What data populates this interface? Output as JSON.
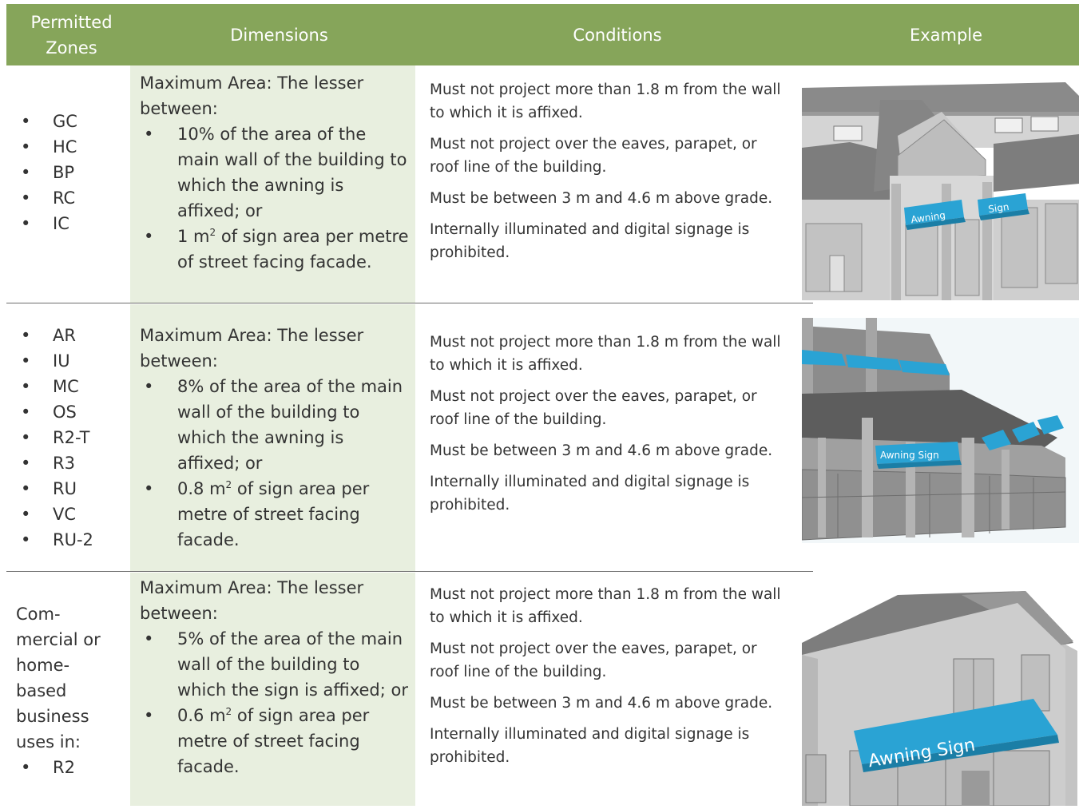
{
  "headers": {
    "zones": "Permitted Zones",
    "dimensions": "Dimensions",
    "conditions": "Conditions",
    "example": "Example"
  },
  "rows": [
    {
      "zones_intro": "",
      "zones": [
        "GC",
        "HC",
        "BP",
        "RC",
        "IC"
      ],
      "dim_intro": "Maximum Area: The lesser between:",
      "dim_item1": "10% of the area of the main wall of the building to which the awning is affixed; or",
      "dim_item2_value": "1 m",
      "dim_item2_rest": " of sign area per metre of street facing facade.",
      "conditions": [
        "Must not project more than 1.8 m from the wall to which it is affixed.",
        "Must not project over the eaves, parapet, or roof line of the building.",
        "Must be between 3 m and 4.6 m above grade.",
        "Internally illuminated and digital signage is prohibited."
      ],
      "example_signs": [
        "Awning",
        "Sign"
      ]
    },
    {
      "zones_intro": "",
      "zones": [
        "AR",
        "IU",
        "MC",
        "OS",
        "R2-T",
        "R3",
        "RU",
        "VC",
        "RU-2"
      ],
      "dim_intro": "Maximum Area: The lesser between:",
      "dim_item1": "8% of the area of the main wall of the building to which the awning is affixed; or",
      "dim_item2_value": "0.8 m",
      "dim_item2_rest": " of sign area per metre of street facing facade.",
      "conditions": [
        "Must not project more than 1.8 m from the wall to which it is affixed.",
        "Must not project over the eaves, parapet, or roof line of the building.",
        "Must be between 3 m and 4.6 m above grade.",
        "Internally illuminated and digital signage is prohibited."
      ],
      "example_signs": [
        "Awning Sign"
      ]
    },
    {
      "zones_intro": "Com-mercial or home-based business uses in:",
      "zones": [
        "R2"
      ],
      "dim_intro": "Maximum Area: The lesser between:",
      "dim_item1": "5% of the area of the main wall of the building to which the sign is affixed; or",
      "dim_item2_value": "0.6 m",
      "dim_item2_rest": " of sign area per metre of street facing facade.",
      "conditions": [
        "Must not project more than 1.8 m from the wall to which it is affixed.",
        "Must not project over the eaves, parapet, or roof line of the building.",
        "Must be between 3 m and 4.6 m above grade.",
        "Internally illuminated and digital signage is prohibited."
      ],
      "example_signs": [
        "Awning Sign"
      ]
    }
  ],
  "superscript": "2",
  "colors": {
    "header_bg": "#86a55a",
    "dimension_bg": "#e8efdf",
    "awning": "#2aa3d4"
  }
}
